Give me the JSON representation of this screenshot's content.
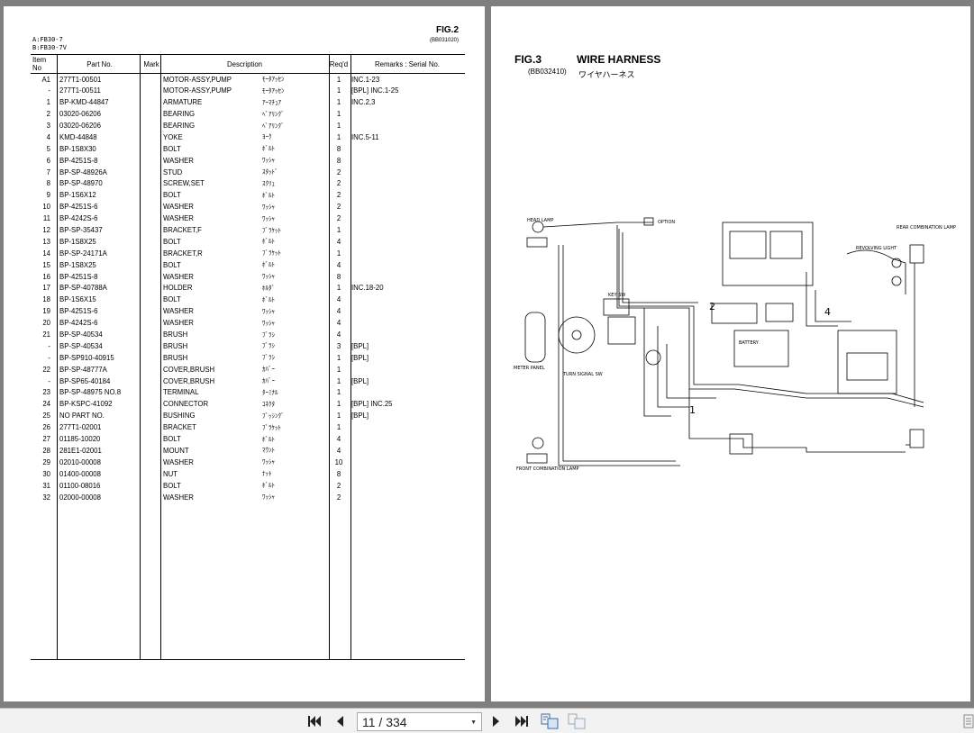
{
  "left_page": {
    "fig_title": "FIG.2",
    "fig_code": "(BB031020)",
    "models": [
      "A:FB30-7",
      "B:FB30-7V"
    ],
    "headers": {
      "item": "Item No",
      "part": "Part No.",
      "mark": "Mark",
      "desc": "Description",
      "req": "Req'd",
      "remarks": "Remarks : Serial No."
    },
    "rows": [
      {
        "item": "A1",
        "part": "277T1-00501",
        "mark": "",
        "desc": "MOTOR-ASSY,PUMP",
        "jp": "ﾓｰﾀｱｯｾﾝ",
        "req": "1",
        "rem": "INC.1-23"
      },
      {
        "item": "-",
        "part": "277T1-00511",
        "mark": "",
        "desc": "MOTOR-ASSY,PUMP",
        "jp": "ﾓｰﾀｱｯｾﾝ",
        "req": "1",
        "rem": "[BPL] INC.1-25"
      },
      {
        "item": "1",
        "part": "BP-KMD-44847",
        "mark": "",
        "desc": "ARMATURE",
        "jp": "ｱｰﾏﾁｭｱ",
        "req": "1",
        "rem": "INC.2,3"
      },
      {
        "item": "2",
        "part": "03020-06206",
        "mark": "",
        "desc": "BEARING",
        "jp": "ﾍﾞｱﾘﾝｸﾞ",
        "req": "1",
        "rem": ""
      },
      {
        "item": "3",
        "part": "03020-06206",
        "mark": "",
        "desc": "BEARING",
        "jp": "ﾍﾞｱﾘﾝｸﾞ",
        "req": "1",
        "rem": ""
      },
      {
        "item": "4",
        "part": "KMD-44848",
        "mark": "",
        "desc": "YOKE",
        "jp": "ﾖｰｸ",
        "req": "1",
        "rem": "INC.5-11"
      },
      {
        "item": "5",
        "part": "BP-1S8X30",
        "mark": "",
        "desc": "BOLT",
        "jp": "ﾎﾞﾙﾄ",
        "req": "8",
        "rem": ""
      },
      {
        "item": "6",
        "part": "BP-4251S-8",
        "mark": "",
        "desc": "WASHER",
        "jp": "ﾜｯｼｬ",
        "req": "8",
        "rem": ""
      },
      {
        "item": "7",
        "part": "BP-SP-48926A",
        "mark": "",
        "desc": "STUD",
        "jp": "ｽﾀｯﾄﾞ",
        "req": "2",
        "rem": ""
      },
      {
        "item": "8",
        "part": "BP-SP-48970",
        "mark": "",
        "desc": "SCREW,SET",
        "jp": "ｽｸﾘｭ",
        "req": "2",
        "rem": ""
      },
      {
        "item": "9",
        "part": "BP-1S6X12",
        "mark": "",
        "desc": "BOLT",
        "jp": "ﾎﾞﾙﾄ",
        "req": "2",
        "rem": ""
      },
      {
        "item": "10",
        "part": "BP-4251S-6",
        "mark": "",
        "desc": "WASHER",
        "jp": "ﾜｯｼｬ",
        "req": "2",
        "rem": ""
      },
      {
        "item": "11",
        "part": "BP-4242S-6",
        "mark": "",
        "desc": "WASHER",
        "jp": "ﾜｯｼｬ",
        "req": "2",
        "rem": ""
      },
      {
        "item": "12",
        "part": "BP-SP-35437",
        "mark": "",
        "desc": "BRACKET,F",
        "jp": "ﾌﾞﾗｹｯﾄ",
        "req": "1",
        "rem": ""
      },
      {
        "item": "13",
        "part": "BP-1S8X25",
        "mark": "",
        "desc": "BOLT",
        "jp": "ﾎﾞﾙﾄ",
        "req": "4",
        "rem": ""
      },
      {
        "item": "14",
        "part": "BP-SP-24171A",
        "mark": "",
        "desc": "BRACKET,R",
        "jp": "ﾌﾞﾗｹｯﾄ",
        "req": "1",
        "rem": ""
      },
      {
        "item": "15",
        "part": "BP-1S8X25",
        "mark": "",
        "desc": "BOLT",
        "jp": "ﾎﾞﾙﾄ",
        "req": "4",
        "rem": ""
      },
      {
        "item": "16",
        "part": "BP-4251S-8",
        "mark": "",
        "desc": "WASHER",
        "jp": "ﾜｯｼｬ",
        "req": "8",
        "rem": ""
      },
      {
        "item": "17",
        "part": "BP-SP-40788A",
        "mark": "",
        "desc": "HOLDER",
        "jp": "ﾎﾙﾀﾞ",
        "req": "1",
        "rem": "INC.18-20"
      },
      {
        "item": "18",
        "part": "BP-1S6X15",
        "mark": "",
        "desc": "BOLT",
        "jp": "ﾎﾞﾙﾄ",
        "req": "4",
        "rem": ""
      },
      {
        "item": "19",
        "part": "BP-4251S-6",
        "mark": "",
        "desc": "WASHER",
        "jp": "ﾜｯｼｬ",
        "req": "4",
        "rem": ""
      },
      {
        "item": "20",
        "part": "BP-4242S-6",
        "mark": "",
        "desc": "WASHER",
        "jp": "ﾜｯｼｬ",
        "req": "4",
        "rem": ""
      },
      {
        "item": "21",
        "part": "BP-SP-40534",
        "mark": "",
        "desc": "BRUSH",
        "jp": "ﾌﾞﾗｼ",
        "req": "4",
        "rem": ""
      },
      {
        "item": "-",
        "part": "BP-SP-40534",
        "mark": "",
        "desc": "BRUSH",
        "jp": "ﾌﾞﾗｼ",
        "req": "3",
        "rem": "[BPL]"
      },
      {
        "item": "-",
        "part": "BP-SP910-40915",
        "mark": "",
        "desc": "BRUSH",
        "jp": "ﾌﾞﾗｼ",
        "req": "1",
        "rem": "[BPL]"
      },
      {
        "item": "22",
        "part": "BP-SP-48777A",
        "mark": "",
        "desc": "COVER,BRUSH",
        "jp": "ｶﾊﾞｰ",
        "req": "1",
        "rem": ""
      },
      {
        "item": "-",
        "part": "BP-SP65-40184",
        "mark": "",
        "desc": "COVER,BRUSH",
        "jp": "ｶﾊﾞｰ",
        "req": "1",
        "rem": "[BPL]"
      },
      {
        "item": "23",
        "part": "BP-SP-48975 NO.8",
        "mark": "",
        "desc": "TERMINAL",
        "jp": "ﾀｰﾐﾅﾙ",
        "req": "1",
        "rem": ""
      },
      {
        "item": "24",
        "part": "BP-KSPC-41092",
        "mark": "",
        "desc": "CONNECTOR",
        "jp": "ｺﾈｸﾀ",
        "req": "1",
        "rem": "[BPL] INC.25"
      },
      {
        "item": "25",
        "part": "NO PART NO.",
        "mark": "",
        "desc": "BUSHING",
        "jp": "ﾌﾞｯｼﾝｸﾞ",
        "req": "1",
        "rem": "[BPL]"
      },
      {
        "item": "26",
        "part": "277T1-02001",
        "mark": "",
        "desc": "BRACKET",
        "jp": "ﾌﾞﾗｹｯﾄ",
        "req": "1",
        "rem": ""
      },
      {
        "item": "27",
        "part": "01185-10020",
        "mark": "",
        "desc": "BOLT",
        "jp": "ﾎﾞﾙﾄ",
        "req": "4",
        "rem": ""
      },
      {
        "item": "28",
        "part": "281E1-02001",
        "mark": "",
        "desc": "MOUNT",
        "jp": "ﾏｳﾝﾄ",
        "req": "4",
        "rem": ""
      },
      {
        "item": "29",
        "part": "02010-00008",
        "mark": "",
        "desc": "WASHER",
        "jp": "ﾜｯｼｬ",
        "req": "10",
        "rem": ""
      },
      {
        "item": "30",
        "part": "01400-00008",
        "mark": "",
        "desc": "NUT",
        "jp": "ﾅｯﾄ",
        "req": "8",
        "rem": ""
      },
      {
        "item": "31",
        "part": "01100-08016",
        "mark": "",
        "desc": "BOLT",
        "jp": "ﾎﾞﾙﾄ",
        "req": "2",
        "rem": ""
      },
      {
        "item": "32",
        "part": "02000-00008",
        "mark": "",
        "desc": "WASHER",
        "jp": "ﾜｯｼｬ",
        "req": "2",
        "rem": ""
      }
    ]
  },
  "right_page": {
    "fig_title": "FIG.3",
    "fig_name": "WIRE HARNESS",
    "fig_code": "(BB032410)",
    "fig_jp": "ワイヤハーネス",
    "labels": {
      "head_lamp_l": "HEAD LAMP",
      "option": "OPTION",
      "rear_combo": "REAR COMBINATION LAMP",
      "meter_panel": "METER PANEL",
      "key_sw": "KEY SW",
      "revolving": "REVOLVING LIGHT",
      "callout_1": "1",
      "callout_2": "2",
      "callout_4": "4",
      "turn_signal": "TURN SIGNAL SW",
      "battery": "BATTERY",
      "front_combo": "FRONT COMBINATION LAMP"
    }
  },
  "toolbar": {
    "page_display": "11 / 334",
    "icons": {
      "first": "first-page-icon",
      "prev": "prev-page-icon",
      "next": "next-page-icon",
      "last": "last-page-icon",
      "view1": "single-page-view-icon",
      "view2": "two-page-view-icon"
    }
  }
}
